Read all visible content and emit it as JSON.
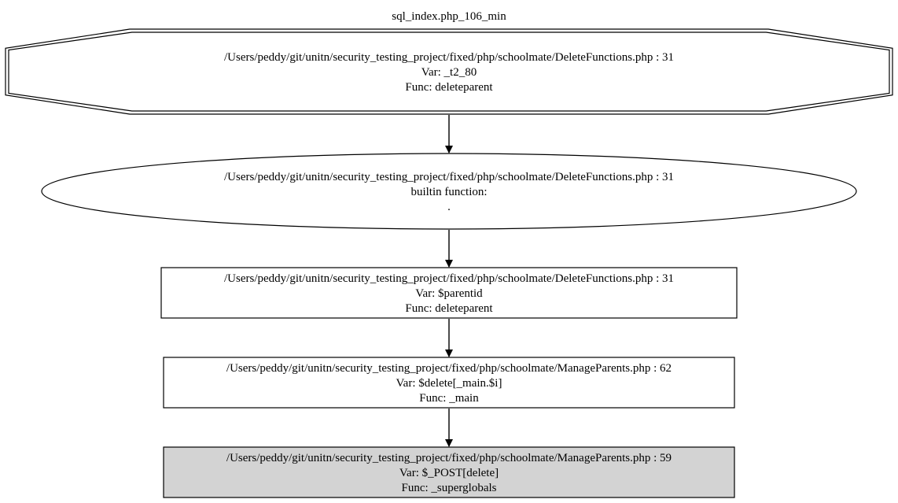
{
  "graph": {
    "title": "sql_index.php_106_min",
    "nodes": [
      {
        "id": "n1",
        "shape": "doubleoctagon",
        "fill": "#ffffff",
        "lines": [
          "/Users/peddy/git/unitn/security_testing_project/fixed/php/schoolmate/DeleteFunctions.php : 31",
          "Var: _t2_80",
          "Func: deleteparent"
        ]
      },
      {
        "id": "n2",
        "shape": "ellipse",
        "fill": "#ffffff",
        "lines": [
          "/Users/peddy/git/unitn/security_testing_project/fixed/php/schoolmate/DeleteFunctions.php : 31",
          "builtin function:",
          "."
        ]
      },
      {
        "id": "n3",
        "shape": "box",
        "fill": "#ffffff",
        "lines": [
          "/Users/peddy/git/unitn/security_testing_project/fixed/php/schoolmate/DeleteFunctions.php : 31",
          "Var: $parentid",
          "Func: deleteparent"
        ]
      },
      {
        "id": "n4",
        "shape": "box",
        "fill": "#ffffff",
        "lines": [
          "/Users/peddy/git/unitn/security_testing_project/fixed/php/schoolmate/ManageParents.php : 62",
          "Var: $delete[_main.$i]",
          "Func: _main"
        ]
      },
      {
        "id": "n5",
        "shape": "box",
        "fill": "#d3d3d3",
        "lines": [
          "/Users/peddy/git/unitn/security_testing_project/fixed/php/schoolmate/ManageParents.php : 59",
          "Var: $_POST[delete]",
          "Func: _superglobals"
        ]
      }
    ],
    "edges": [
      {
        "from": "n1",
        "to": "n2"
      },
      {
        "from": "n2",
        "to": "n3"
      },
      {
        "from": "n3",
        "to": "n4"
      },
      {
        "from": "n4",
        "to": "n5"
      }
    ],
    "colors": {
      "stroke": "#000000",
      "text": "#000000"
    }
  }
}
